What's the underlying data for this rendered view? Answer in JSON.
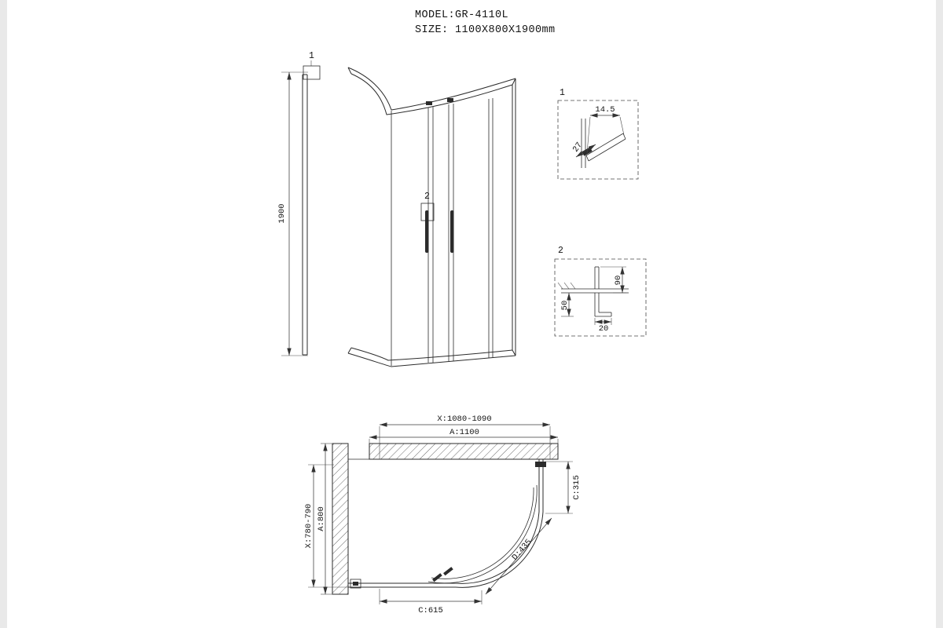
{
  "title": {
    "model": "MODEL:GR-4110L",
    "size": "SIZE: 1100X800X1900mm"
  },
  "elevation": {
    "dim_height": "1900",
    "callout_1": "1",
    "callout_2": "2"
  },
  "detail_1": {
    "label": "1",
    "dim_width": "14.5",
    "dim_angle": "27"
  },
  "detail_2": {
    "label": "2",
    "dim_height": "90",
    "dim_lower": "50",
    "dim_offset": "20"
  },
  "plan": {
    "dim_adjust_width": "X:1080-1090",
    "dim_overall_width": "A:1100",
    "dim_adjust_depth": "X:780-790",
    "dim_overall_depth": "A:800",
    "dim_side_glass": "C:315",
    "dim_door": "D:435",
    "dim_front_glass": "C:615"
  }
}
